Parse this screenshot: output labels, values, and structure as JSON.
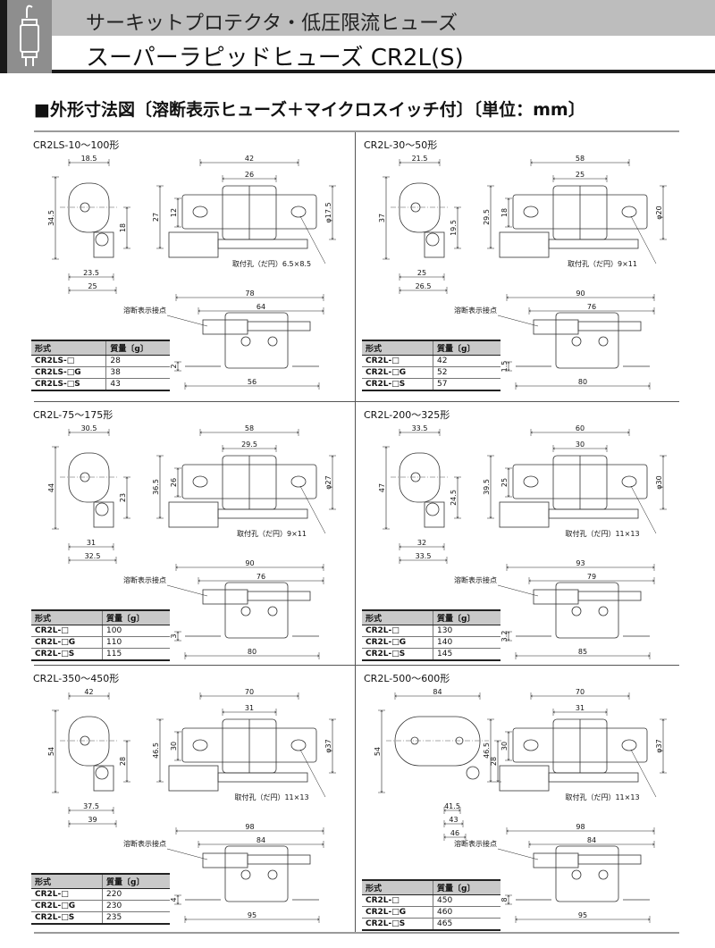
{
  "header": {
    "subtitle": "サーキットプロテクタ・低圧限流ヒューズ",
    "title": "スーパーラピッドヒューズ CR2L(S)",
    "icon": "fuse-icon"
  },
  "section_title": "■外形寸法図〔溶断表示ヒューズ＋マイクロスイッチ付〕〔単位：mm〕",
  "table_headers": [
    "形式",
    "質量〔g〕"
  ],
  "contact_label": "溶断表示接点",
  "panels": [
    {
      "title": "CR2LS-10～100形",
      "side": {
        "top": "18.5",
        "left": "34.5",
        "right": "18",
        "bottoms": [
          "23.5",
          "25"
        ]
      },
      "front": {
        "overall": "42",
        "inner": "26",
        "height": "27",
        "hole": "12",
        "dia": "φ17.5",
        "hole_label": "取付孔（だ円）6.5×8.5"
      },
      "bottom": {
        "overall": "78",
        "inner": "64",
        "offset": "2",
        "base": "56"
      },
      "rows": [
        [
          "CR2LS-□",
          "28"
        ],
        [
          "CR2LS-□G",
          "38"
        ],
        [
          "CR2LS-□S",
          "43"
        ]
      ]
    },
    {
      "title": "CR2L-30～50形",
      "side": {
        "top": "21.5",
        "left": "37",
        "right": "19.5",
        "bottoms": [
          "25",
          "26.5"
        ]
      },
      "front": {
        "overall": "58",
        "inner": "25",
        "height": "29.5",
        "hole": "18",
        "dia": "φ20",
        "hole_label": "取付孔（だ円）9×11"
      },
      "bottom": {
        "overall": "90",
        "inner": "76",
        "offset": "1.5",
        "base": "80"
      },
      "rows": [
        [
          "CR2L-□",
          "42"
        ],
        [
          "CR2L-□G",
          "52"
        ],
        [
          "CR2L-□S",
          "57"
        ]
      ]
    },
    {
      "title": "CR2L-75～175形",
      "side": {
        "top": "30.5",
        "left": "44",
        "right": "23",
        "bottoms": [
          "31",
          "32.5"
        ]
      },
      "front": {
        "overall": "58",
        "inner": "29.5",
        "height": "36.5",
        "hole": "26",
        "dia": "φ27",
        "hole_label": "取付孔（だ円）9×11"
      },
      "bottom": {
        "overall": "90",
        "inner": "76",
        "offset": "3",
        "base": "80"
      },
      "rows": [
        [
          "CR2L-□",
          "100"
        ],
        [
          "CR2L-□G",
          "110"
        ],
        [
          "CR2L-□S",
          "115"
        ]
      ]
    },
    {
      "title": "CR2L-200～325形",
      "side": {
        "top": "33.5",
        "left": "47",
        "right": "24.5",
        "bottoms": [
          "32",
          "33.5"
        ]
      },
      "front": {
        "overall": "60",
        "inner": "30",
        "height": "39.5",
        "hole": "25",
        "dia": "φ30",
        "hole_label": "取付孔（だ円）11×13"
      },
      "bottom": {
        "overall": "93",
        "inner": "79",
        "offset": "3.2",
        "base": "85"
      },
      "rows": [
        [
          "CR2L-□",
          "130"
        ],
        [
          "CR2L-□G",
          "140"
        ],
        [
          "CR2L-□S",
          "145"
        ]
      ]
    },
    {
      "title": "CR2L-350～450形",
      "side": {
        "top": "42",
        "left": "54",
        "right": "28",
        "bottoms": [
          "37.5",
          "39"
        ]
      },
      "front": {
        "overall": "70",
        "inner": "31",
        "height": "46.5",
        "hole": "30",
        "dia": "φ37",
        "hole_label": "取付孔（だ円）11×13"
      },
      "bottom": {
        "overall": "98",
        "inner": "84",
        "offset": "4",
        "base": "95"
      },
      "rows": [
        [
          "CR2L-□",
          "220"
        ],
        [
          "CR2L-□G",
          "230"
        ],
        [
          "CR2L-□S",
          "235"
        ]
      ]
    },
    {
      "title": "CR2L-500～600形",
      "side": {
        "top": "84",
        "left": "54",
        "right": "28",
        "bottoms": [
          "41.5",
          "43",
          "46"
        ]
      },
      "front": {
        "overall": "70",
        "inner": "31",
        "height": "46.5",
        "hole": "30",
        "dia": "φ37",
        "hole_label": "取付孔（だ円）11×13"
      },
      "bottom": {
        "overall": "98",
        "inner": "84",
        "offset": "8",
        "base": "95"
      },
      "rows": [
        [
          "CR2L-□",
          "450"
        ],
        [
          "CR2L-□G",
          "460"
        ],
        [
          "CR2L-□S",
          "465"
        ]
      ]
    }
  ]
}
